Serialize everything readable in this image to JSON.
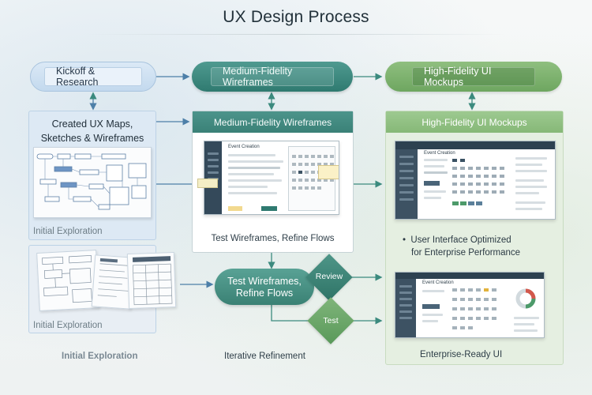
{
  "title": "UX Design Process",
  "stages": {
    "kickoff": "Kickoff & Research",
    "medium_pill": "Medium-Fidelity Wireframes",
    "high_pill": "High-Fidelity UI Mockups"
  },
  "left_panel": {
    "heading": "Created UX Maps, Sketches & Wireframes",
    "heading_line1": "Created UX Maps,",
    "heading_line2": "Sketches & Wireframes",
    "caption_top": "Initial Exploration",
    "caption_bottom": "Initial Exploration",
    "footer": "Initial Exploration"
  },
  "mid_panel": {
    "header": "Medium-Fidelity Wireframes",
    "mock_title": "Event Creation",
    "caption": "Test Wireframes, Refine Flows",
    "loop_label_line1": "Test Wireframes,",
    "loop_label_line2": "Refine Flows",
    "review": "Review",
    "test": "Test",
    "footer": "Iterative Refinement"
  },
  "right_panel": {
    "header": "High-Fidelity UI Mockups",
    "mock_title": "Event Creation",
    "bullet_line1": "User Interface Optimized",
    "bullet_line2": "for Enterprise Performance",
    "footer": "Enterprise-Ready UI"
  },
  "colors": {
    "blue": "#c3d9ee",
    "teal": "#3a8177",
    "green": "#86b877",
    "arrow_blue": "#4d7fa8",
    "arrow_teal": "#3b8a7e"
  }
}
